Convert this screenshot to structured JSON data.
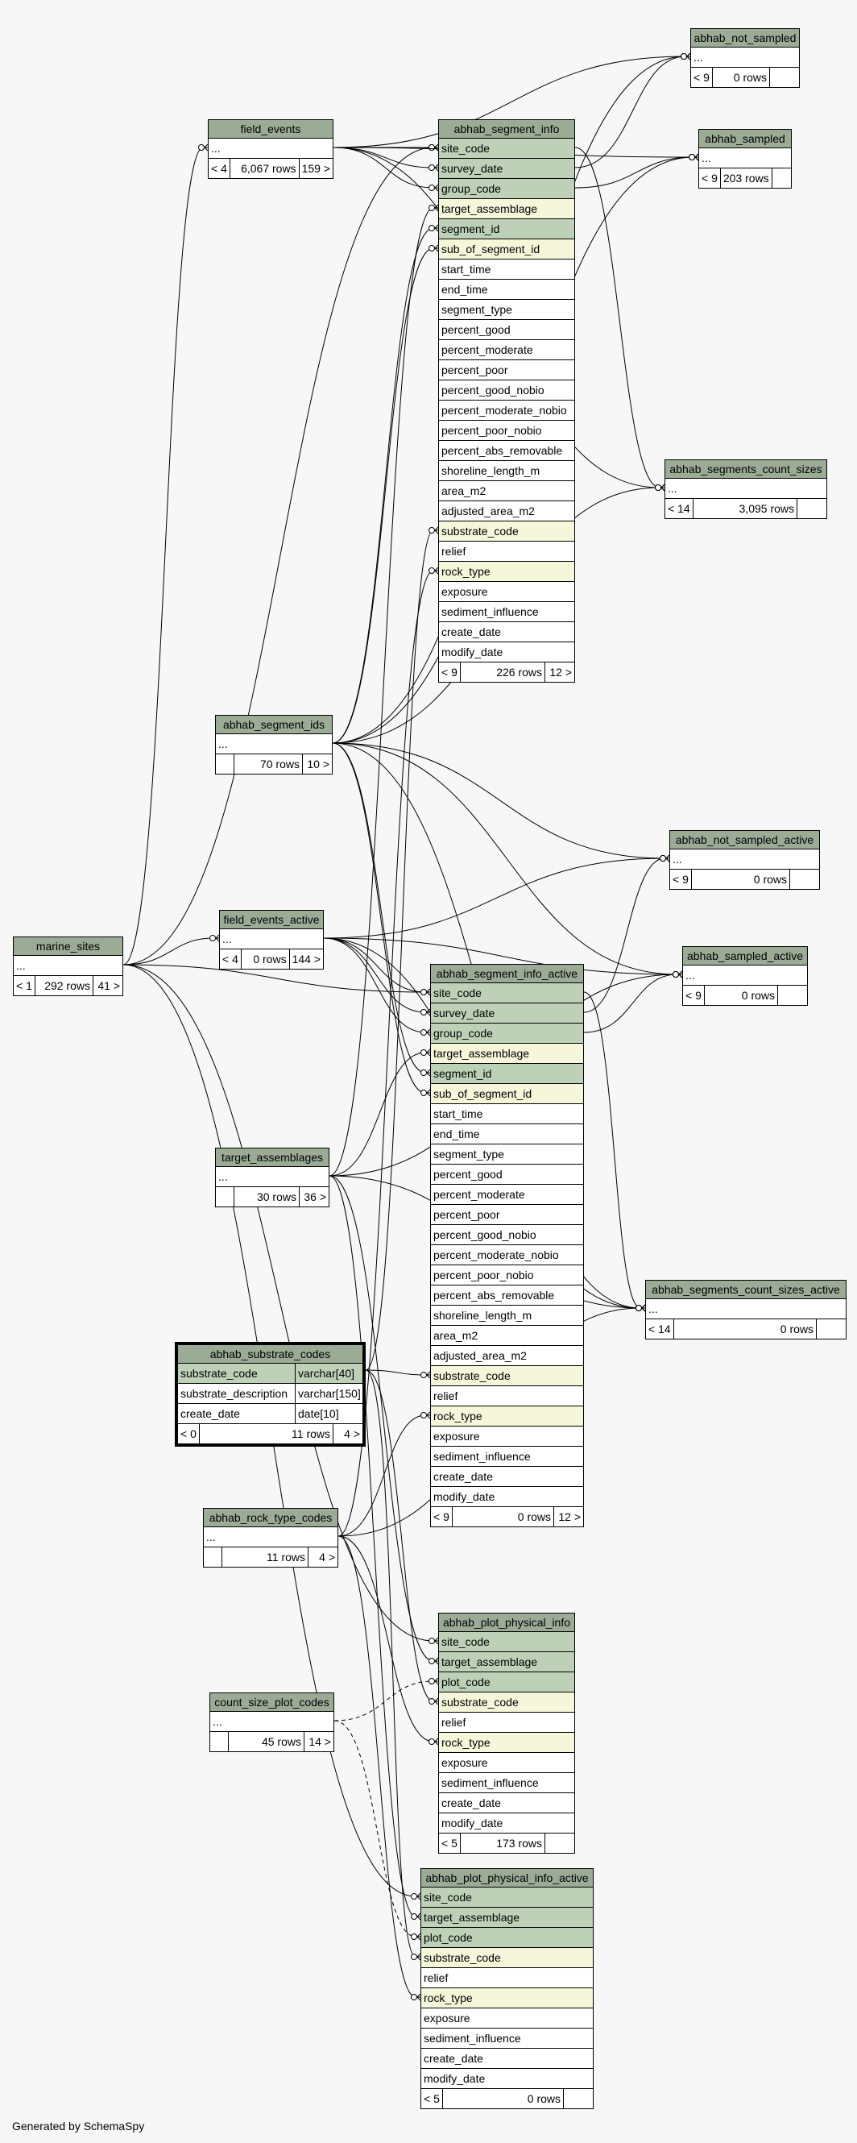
{
  "footer": "Generated by SchemaSpy",
  "tables": {
    "abhab_not_sampled": {
      "title": "abhab_not_sampled",
      "rows": [
        "..."
      ],
      "footer": [
        "< 9",
        "0 rows",
        ""
      ]
    },
    "abhab_sampled": {
      "title": "abhab_sampled",
      "rows": [
        "..."
      ],
      "footer": [
        "< 9",
        "203 rows",
        ""
      ]
    },
    "field_events": {
      "title": "field_events",
      "rows": [
        "..."
      ],
      "footer": [
        "< 4",
        "6,067 rows",
        "159 >"
      ]
    },
    "abhab_segment_info": {
      "title": "abhab_segment_info",
      "rows": [
        "site_code",
        "survey_date",
        "group_code",
        "target_assemblage",
        "segment_id",
        "sub_of_segment_id",
        "start_time",
        "end_time",
        "segment_type",
        "percent_good",
        "percent_moderate",
        "percent_poor",
        "percent_good_nobio",
        "percent_moderate_nobio",
        "percent_poor_nobio",
        "percent_abs_removable",
        "shoreline_length_m",
        "area_m2",
        "adjusted_area_m2",
        "substrate_code",
        "relief",
        "rock_type",
        "exposure",
        "sediment_influence",
        "create_date",
        "modify_date"
      ],
      "footer": [
        "< 9",
        "226 rows",
        "12 >"
      ]
    },
    "abhab_segments_count_sizes": {
      "title": "abhab_segments_count_sizes",
      "rows": [
        "..."
      ],
      "footer": [
        "< 14",
        "3,095 rows",
        ""
      ]
    },
    "abhab_segment_ids": {
      "title": "abhab_segment_ids",
      "rows": [
        "..."
      ],
      "footer": [
        "",
        "70 rows",
        "10 >"
      ]
    },
    "abhab_not_sampled_active": {
      "title": "abhab_not_sampled_active",
      "rows": [
        "..."
      ],
      "footer": [
        "< 9",
        "0 rows",
        ""
      ]
    },
    "field_events_active": {
      "title": "field_events_active",
      "rows": [
        "..."
      ],
      "footer": [
        "< 4",
        "0 rows",
        "144 >"
      ]
    },
    "marine_sites": {
      "title": "marine_sites",
      "rows": [
        "..."
      ],
      "footer": [
        "< 1",
        "292 rows",
        "41 >"
      ]
    },
    "abhab_sampled_active": {
      "title": "abhab_sampled_active",
      "rows": [
        "..."
      ],
      "footer": [
        "< 9",
        "0 rows",
        ""
      ]
    },
    "abhab_segment_info_active": {
      "title": "abhab_segment_info_active",
      "rows": [
        "site_code",
        "survey_date",
        "group_code",
        "target_assemblage",
        "segment_id",
        "sub_of_segment_id",
        "start_time",
        "end_time",
        "segment_type",
        "percent_good",
        "percent_moderate",
        "percent_poor",
        "percent_good_nobio",
        "percent_moderate_nobio",
        "percent_poor_nobio",
        "percent_abs_removable",
        "shoreline_length_m",
        "area_m2",
        "adjusted_area_m2",
        "substrate_code",
        "relief",
        "rock_type",
        "exposure",
        "sediment_influence",
        "create_date",
        "modify_date"
      ],
      "footer": [
        "< 9",
        "0 rows",
        "12 >"
      ]
    },
    "target_assemblages": {
      "title": "target_assemblages",
      "rows": [
        "..."
      ],
      "footer": [
        "",
        "30 rows",
        "36 >"
      ]
    },
    "abhab_segments_count_sizes_active": {
      "title": "abhab_segments_count_sizes_active",
      "rows": [
        "..."
      ],
      "footer": [
        "< 14",
        "0 rows",
        ""
      ]
    },
    "abhab_substrate_codes": {
      "title": "abhab_substrate_codes",
      "cols": [
        [
          "substrate_code",
          "varchar[40]"
        ],
        [
          "substrate_description",
          "varchar[150]"
        ],
        [
          "create_date",
          "date[10]"
        ]
      ],
      "footer": [
        "< 0",
        "11 rows",
        "4 >"
      ]
    },
    "abhab_rock_type_codes": {
      "title": "abhab_rock_type_codes",
      "rows": [
        "..."
      ],
      "footer": [
        "",
        "11 rows",
        "4 >"
      ]
    },
    "abhab_plot_physical_info": {
      "title": "abhab_plot_physical_info",
      "rows": [
        "site_code",
        "target_assemblage",
        "plot_code",
        "substrate_code",
        "relief",
        "rock_type",
        "exposure",
        "sediment_influence",
        "create_date",
        "modify_date"
      ],
      "footer": [
        "< 5",
        "173 rows",
        ""
      ]
    },
    "count_size_plot_codes": {
      "title": "count_size_plot_codes",
      "rows": [
        "..."
      ],
      "footer": [
        "",
        "45 rows",
        "14 >"
      ]
    },
    "abhab_plot_physical_info_active": {
      "title": "abhab_plot_physical_info_active",
      "rows": [
        "site_code",
        "target_assemblage",
        "plot_code",
        "substrate_code",
        "relief",
        "rock_type",
        "exposure",
        "sediment_influence",
        "create_date",
        "modify_date"
      ],
      "footer": [
        "< 5",
        "0 rows",
        ""
      ]
    }
  },
  "colors": {
    "header": "#9bab96",
    "key": "#bed1b8",
    "indexed": "#f4f7da",
    "background": "#f7f7f7"
  }
}
